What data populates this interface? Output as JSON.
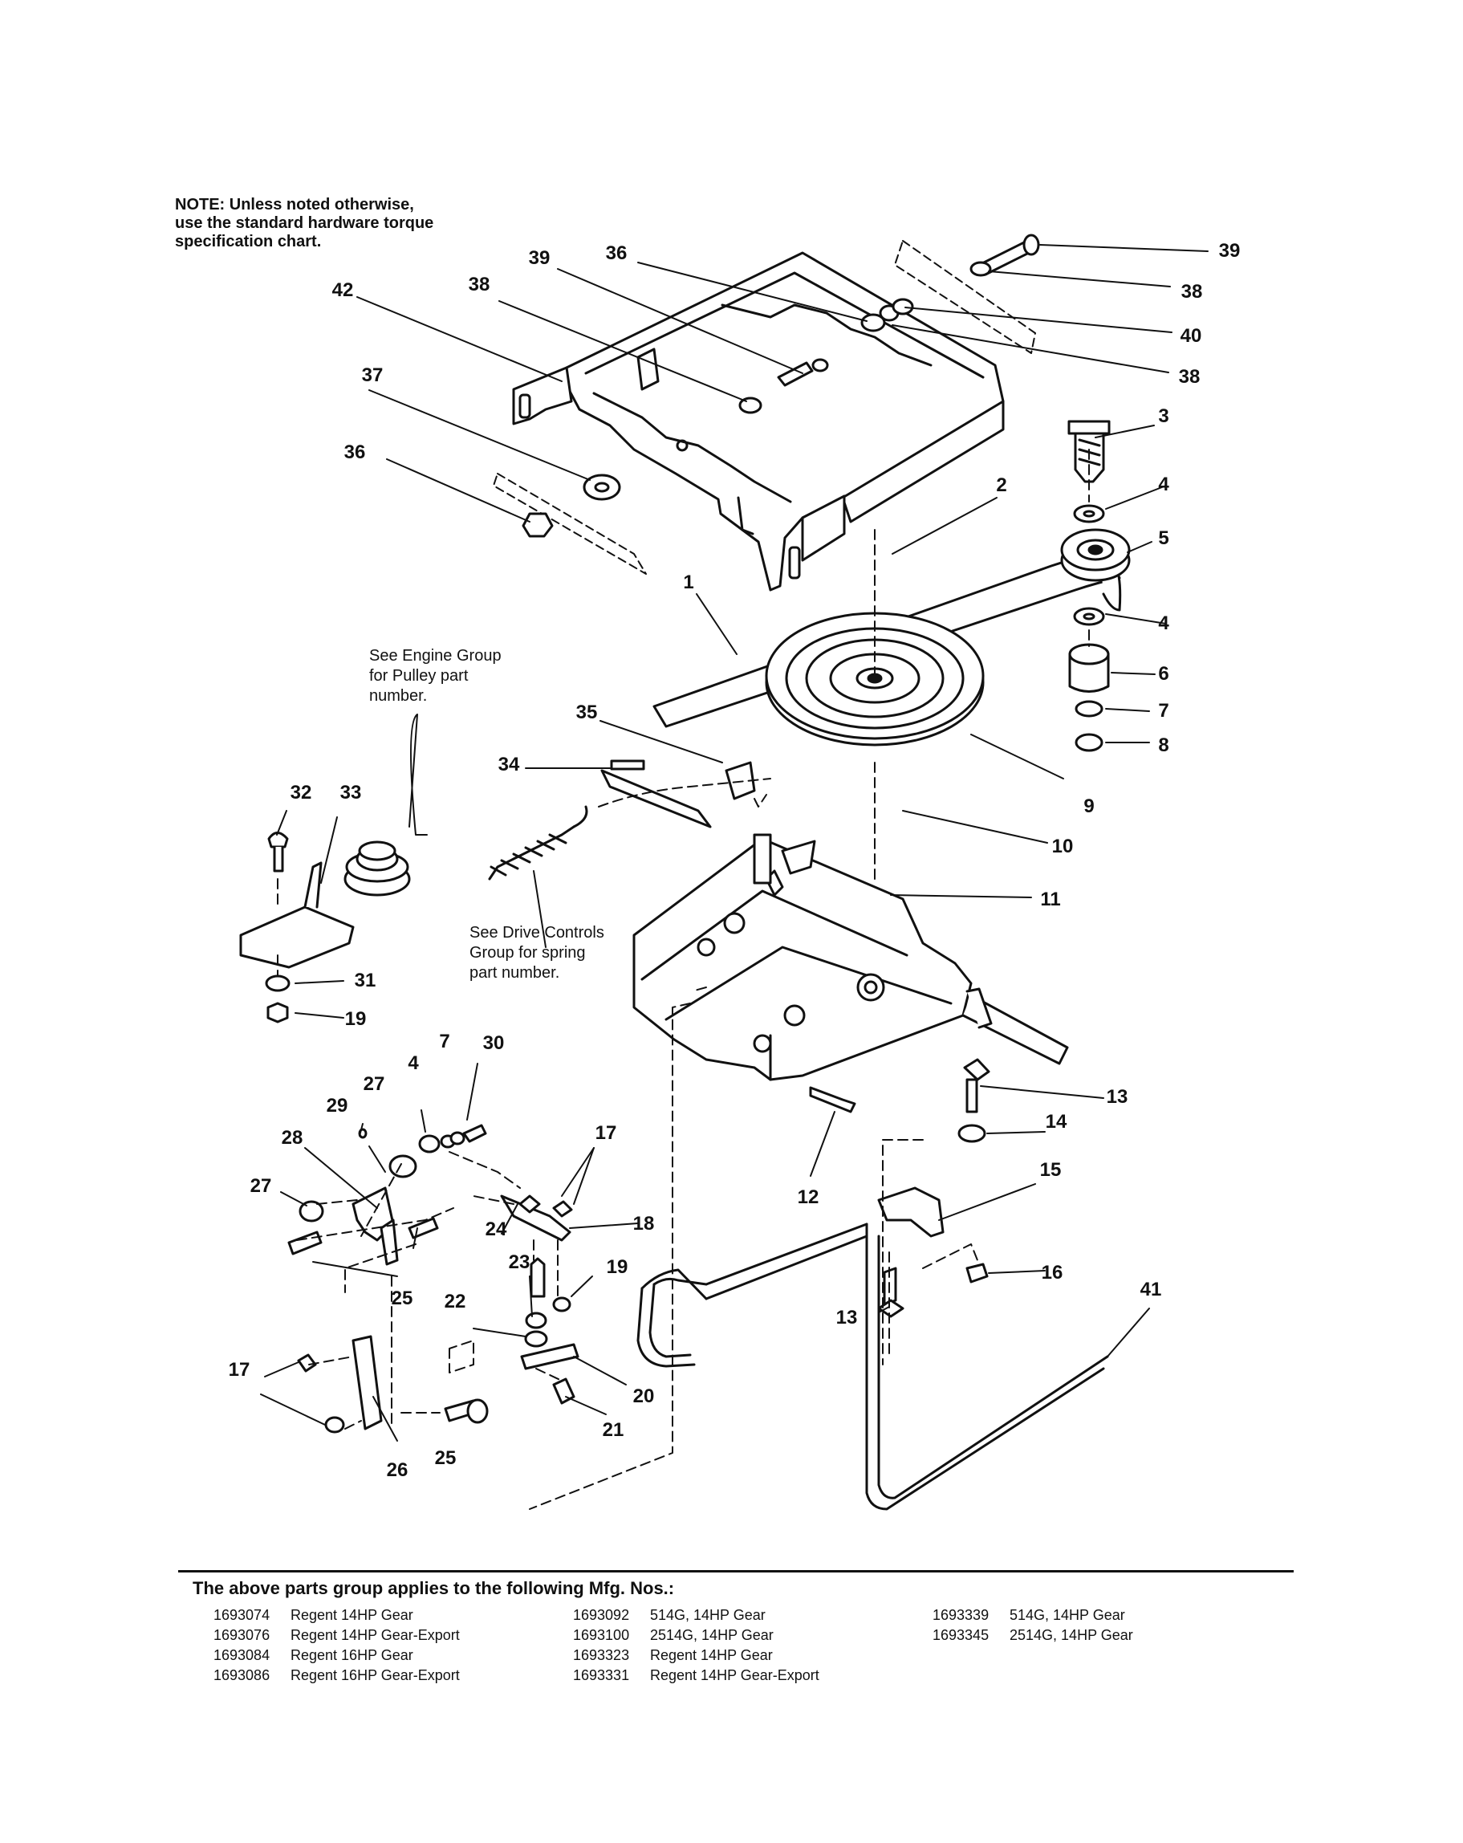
{
  "note": "NOTE: Unless noted otherwise,\nuse the standard hardware torque\nspecification chart.",
  "callouts": {
    "engine_group": "See Engine Group\nfor Pulley part\nnumber.",
    "drive_controls": "See Drive Controls\nGroup for spring\npart number."
  },
  "part_labels": [
    "39",
    "36",
    "39",
    "38",
    "40",
    "38",
    "42",
    "38",
    "37",
    "36",
    "3",
    "4",
    "2",
    "5",
    "1",
    "4",
    "6",
    "7",
    "8",
    "35",
    "34",
    "9",
    "10",
    "11",
    "32",
    "33",
    "31",
    "19",
    "7",
    "30",
    "4",
    "27",
    "29",
    "28",
    "17",
    "27",
    "18",
    "24",
    "23",
    "19",
    "25",
    "22",
    "20",
    "21",
    "17",
    "26",
    "25",
    "12",
    "13",
    "14",
    "15",
    "16",
    "13",
    "41"
  ],
  "footer": {
    "heading": "The above parts group applies to the following Mfg. Nos.:",
    "columns": [
      [
        {
          "no": "1693074",
          "desc": "Regent 14HP Gear"
        },
        {
          "no": "1693076",
          "desc": "Regent 14HP Gear-Export"
        },
        {
          "no": "1693084",
          "desc": "Regent 16HP Gear"
        },
        {
          "no": "1693086",
          "desc": "Regent 16HP Gear-Export"
        }
      ],
      [
        {
          "no": "1693092",
          "desc": "514G, 14HP Gear"
        },
        {
          "no": "1693100",
          "desc": "2514G, 14HP Gear"
        },
        {
          "no": "1693323",
          "desc": "Regent 14HP Gear"
        },
        {
          "no": "1693331",
          "desc": "Regent 14HP Gear-Export"
        }
      ],
      [
        {
          "no": "1693339",
          "desc": "514G, 14HP Gear"
        },
        {
          "no": "1693345",
          "desc": "2514G, 14HP Gear"
        }
      ]
    ]
  }
}
